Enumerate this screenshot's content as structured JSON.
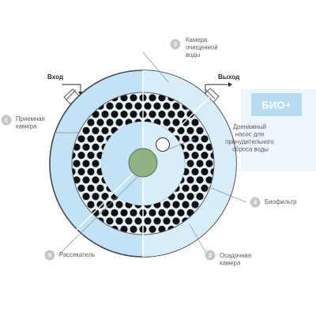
{
  "inlet_label": "Вход",
  "outlet_label": "Выход",
  "brand_label": "БИО+",
  "callouts": [
    {
      "number": "1",
      "lines": [
        "Приемная",
        "камера"
      ]
    },
    {
      "number": "2",
      "lines": [
        "Осадочная",
        "камера"
      ]
    },
    {
      "number": "3",
      "lines": [
        "Камера",
        "очищенной",
        "воды"
      ]
    },
    {
      "number": "4",
      "lines": [
        "Биофильтр"
      ]
    },
    {
      "number": "5",
      "lines": [
        "Рассекатель"
      ]
    },
    {
      "number": "",
      "lines": [
        "Дренажный",
        "насос для",
        "принудительного",
        "сброса воды"
      ]
    }
  ],
  "colors": {
    "outer_ring": "#c3e2f5",
    "inner_light": "#d7edf9",
    "biofilter_bg": "#e6f3fb",
    "media_dots": "#111111",
    "divider_lines": "#ffffff",
    "diffuser": "#8fb383",
    "badge": "#c4c8cc",
    "brand_bg": "#b7dcf2",
    "panel_bg": "#edf6fc"
  }
}
